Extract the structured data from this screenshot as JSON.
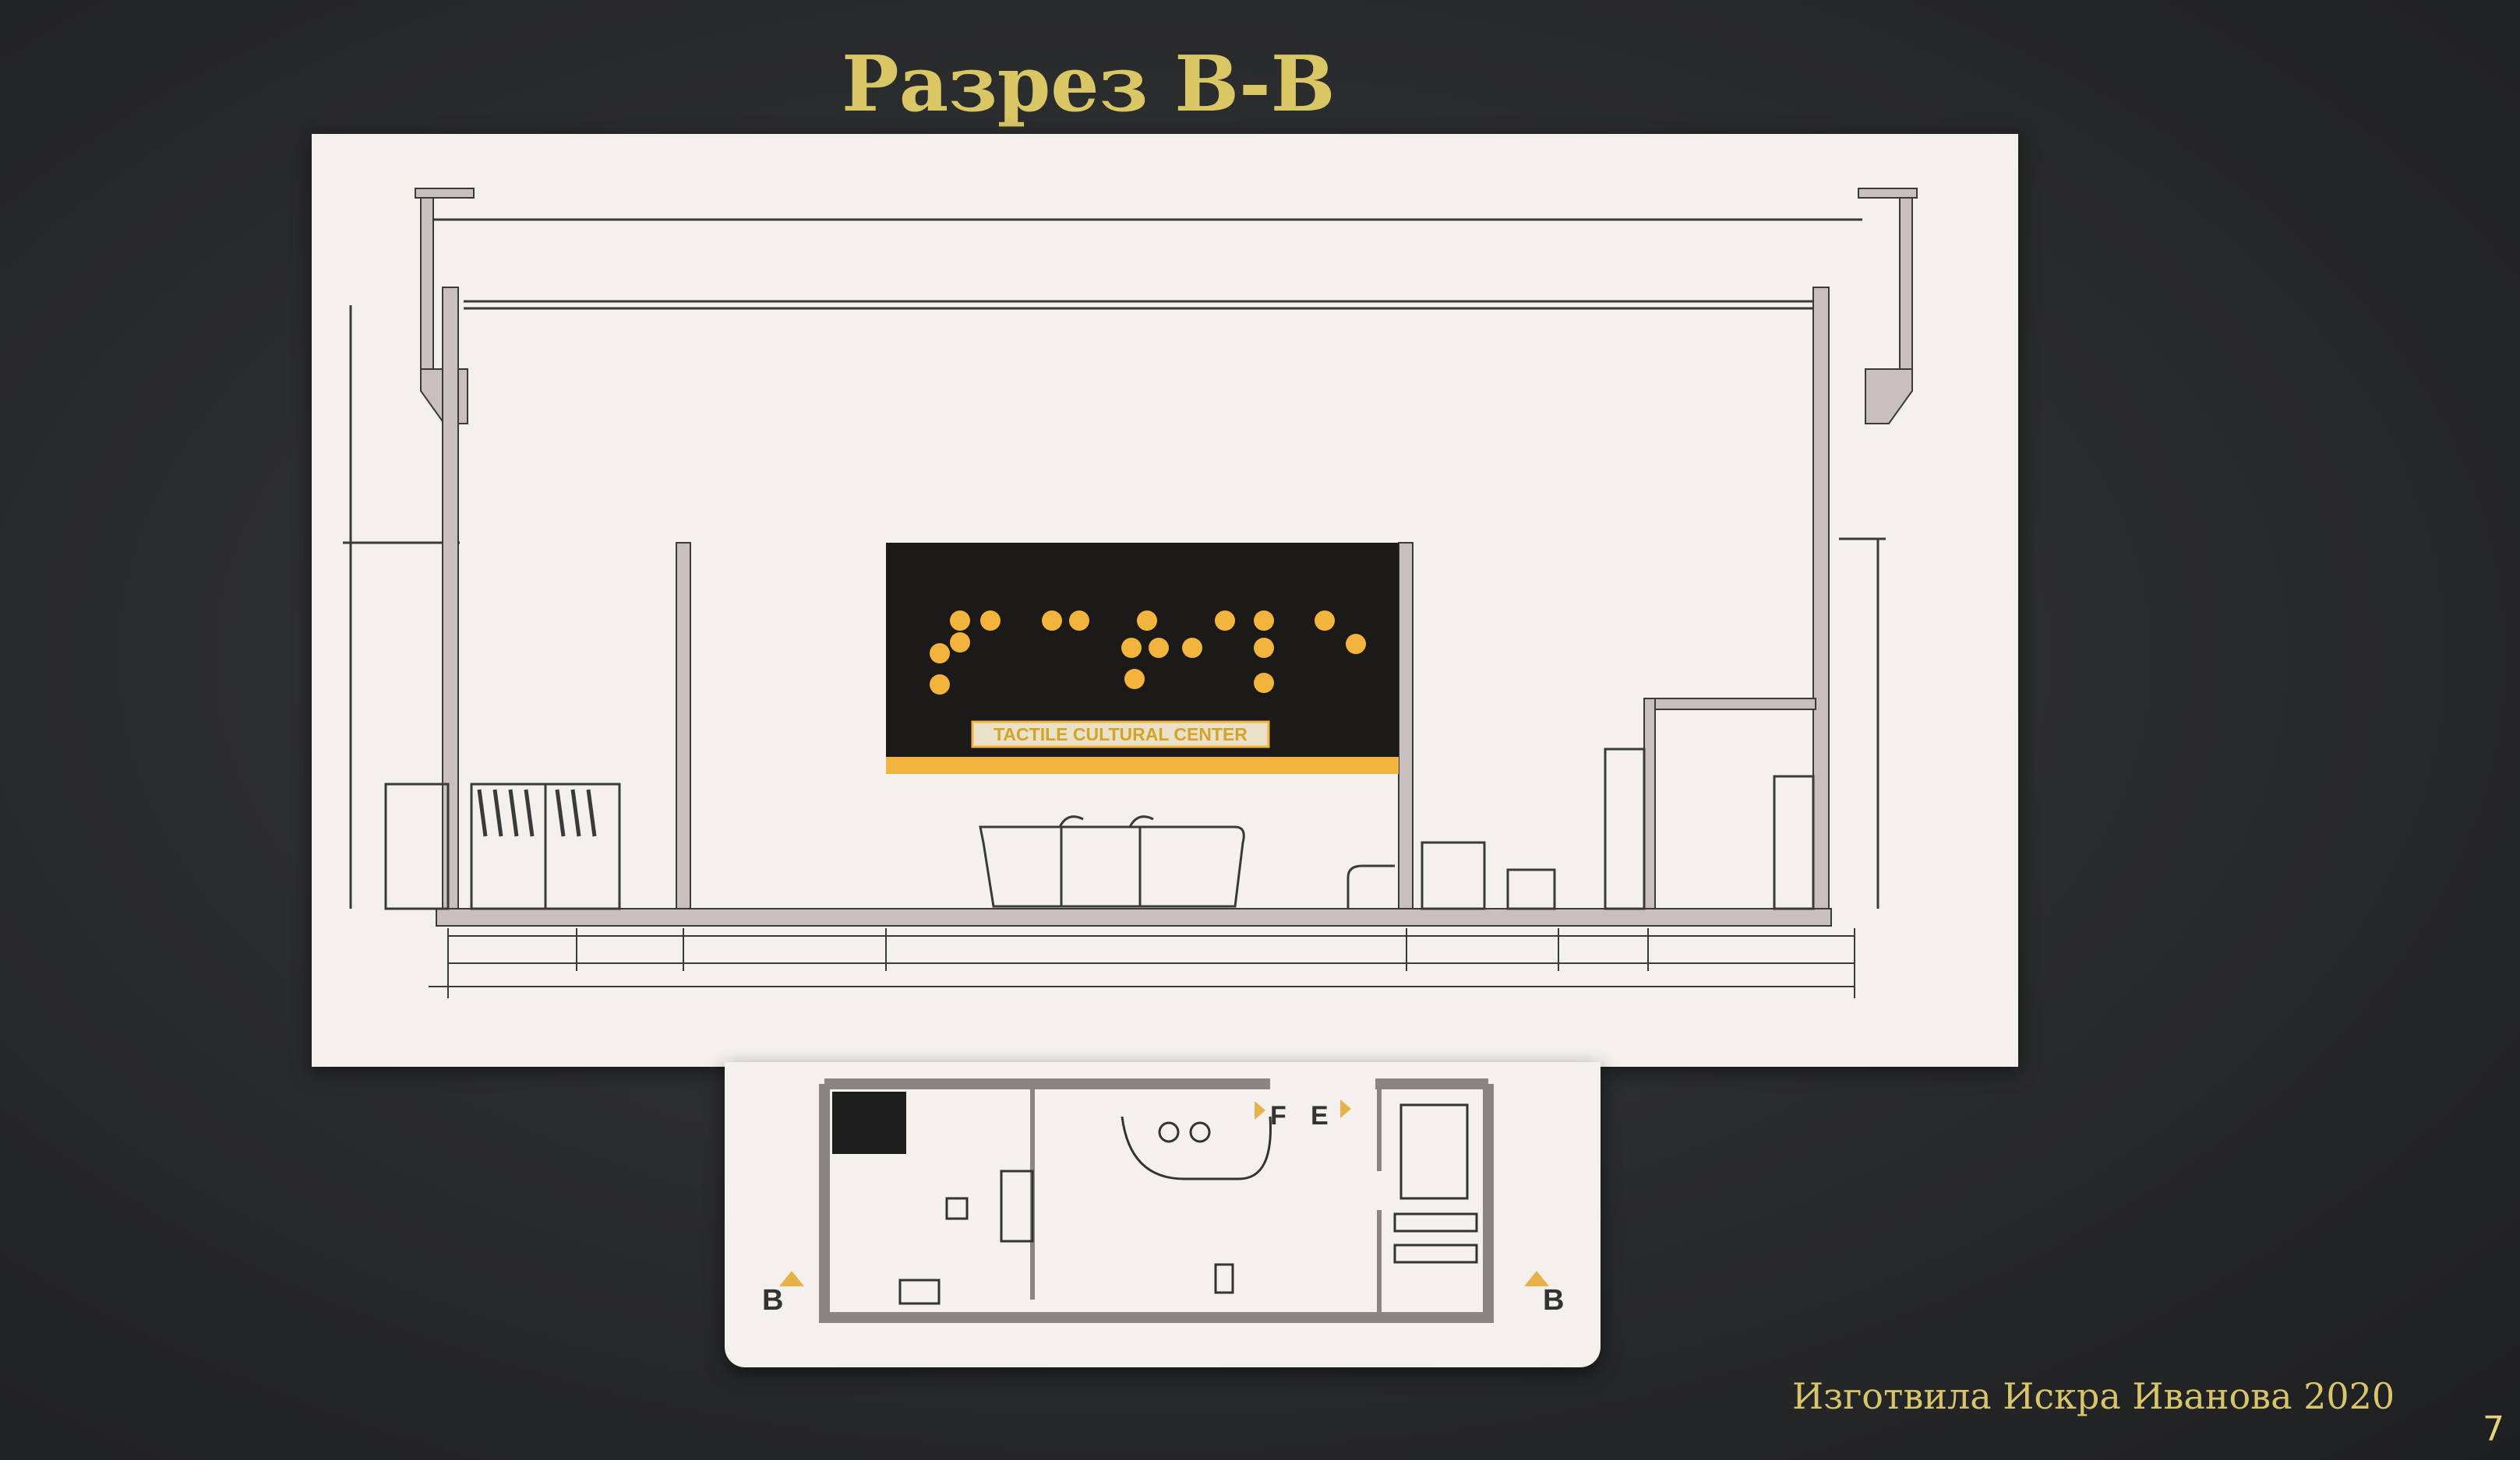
{
  "slide": {
    "title": "Разрез В-В",
    "credit": "Изготвила Искра Иванова  2020",
    "page_number": "7"
  },
  "section_drawing": {
    "sign_text": "TACTILE CULTURAL CENTER",
    "colors": {
      "sign_background": "#1b1a18",
      "braille_dots": "#f2b43c",
      "accent_band": "#f2b43c",
      "wall_fill": "#c9bfbf",
      "line": "#3a3a3a"
    }
  },
  "plan_drawing": {
    "section_marker_left": "B",
    "section_marker_right": "B",
    "marker_top_left": "F",
    "marker_top_right": "E",
    "colors": {
      "marker_triangle": "#e8b24a",
      "wall": "#8a8585"
    }
  }
}
